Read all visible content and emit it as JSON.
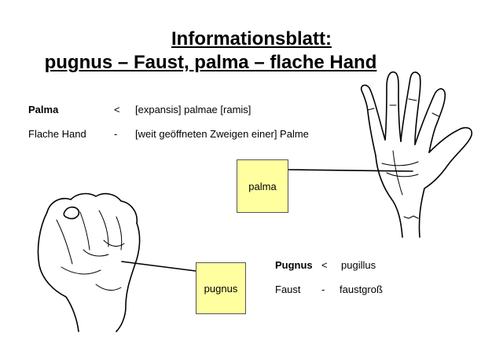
{
  "title": {
    "line1": "Informationsblatt:",
    "line2": "pugnus – Faust, palma – flache Hand"
  },
  "palma_block": {
    "term": "Palma",
    "sep1": "<",
    "origin": "[expansis] palmae [ramis]",
    "meaning": "Flache Hand",
    "sep2": "-",
    "explanation": "[weit geöffneten Zweigen einer] Palme"
  },
  "pugnus_block": {
    "term": "Pugnus",
    "sep1": "<",
    "origin": "pugillus",
    "meaning": "Faust",
    "sep2": "-",
    "explanation": "faustgroß"
  },
  "labels": {
    "palma": "palma",
    "pugnus": "pugnus"
  },
  "colors": {
    "label_box": "#ffffa0"
  },
  "icons": {
    "hand": "open-hand-drawing",
    "fist": "fist-drawing"
  }
}
